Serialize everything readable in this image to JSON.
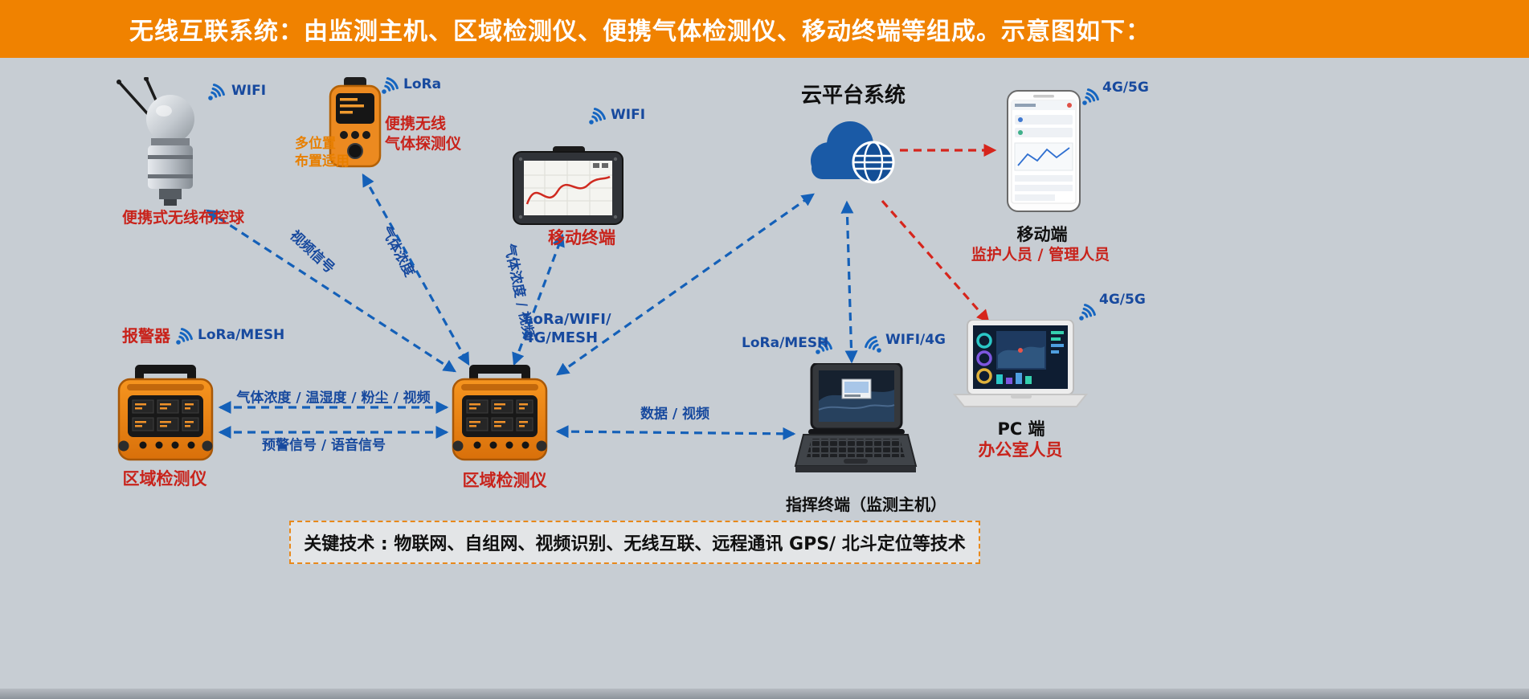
{
  "header": {
    "title": "无线互联系统：由监测主机、区域检测仪、便携气体检测仪、移动终端等组成。示意图如下："
  },
  "nodes": {
    "ball_camera": {
      "label": "便携式无线布控球",
      "signal": "WIFI"
    },
    "gas_detector": {
      "label_line1": "便携无线",
      "label_line2": "气体探测仪",
      "signal": "LoRa",
      "note_line1": "多位置",
      "note_line2": "布置适用"
    },
    "mobile_terminal": {
      "label": "移动终端",
      "signal": "WIFI"
    },
    "cloud": {
      "label": "云平台系统"
    },
    "mobile_client": {
      "label": "移动端",
      "sublabel": "监护人员 / 管理人员",
      "signal": "4G/5G"
    },
    "alarm": {
      "label": "报警器",
      "signal": "LoRa/MESH"
    },
    "area_detector_left": {
      "label": "区域检测仪"
    },
    "area_detector_center": {
      "label": "区域检测仪"
    },
    "command_terminal": {
      "label": "指挥终端（监测主机）",
      "signal_left": "LoRa/MESH",
      "signal_right": "WIFI/4G"
    },
    "pc_client": {
      "label": "PC 端",
      "sublabel": "办公室人员",
      "signal": "4G/5G"
    }
  },
  "edges": {
    "video_signal": "视频信号",
    "gas_concentration": "气体浓度",
    "gas_video": "气体浓度 / 视频",
    "uplink_line1": "LoRa/WIFI/",
    "uplink_line2": "4G/MESH",
    "sensor_bus": "气体浓度 / 温湿度 / 粉尘 / 视频",
    "alert_bus": "预警信号 / 语音信号",
    "data_video": "数据 / 视频"
  },
  "footer": {
    "text": "关键技术 : 物联网、自组网、视频识别、无线互联、远程通讯 GPS/ 北斗定位等技术"
  },
  "colors": {
    "header_bg": "#F08200",
    "background": "#C7CDD3",
    "arrow_blue": "#1460B8",
    "arrow_red": "#D6251C",
    "label_red": "#C8231B",
    "label_blue": "#17499E",
    "note_orange": "#E87F00"
  }
}
